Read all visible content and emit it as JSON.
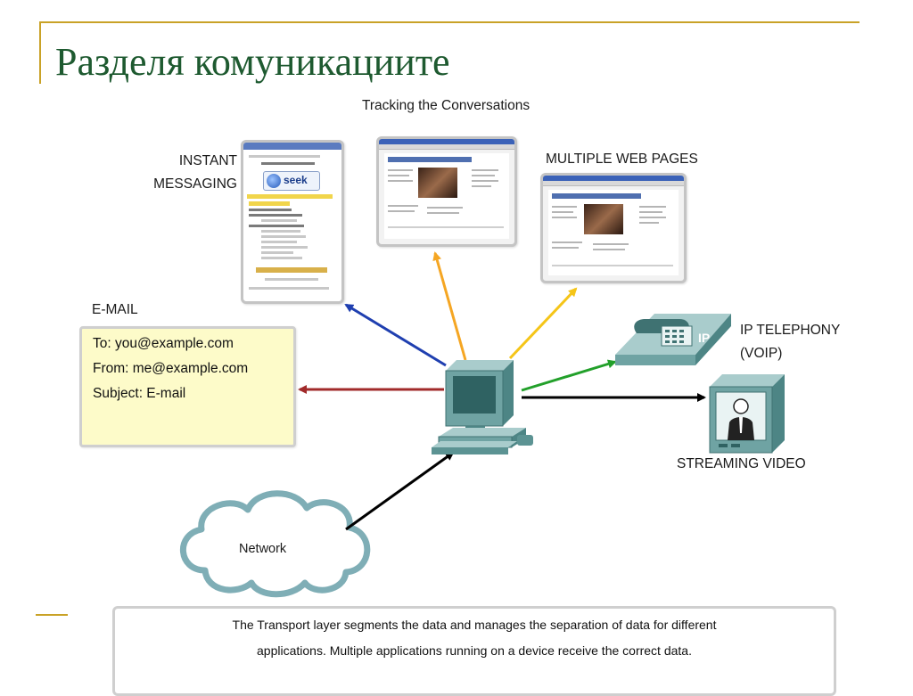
{
  "slide": {
    "title": "Разделя комуникациите",
    "subtitle": "Tracking the Conversations"
  },
  "apps": {
    "instant_messaging": {
      "line1": "INSTANT",
      "line2": "MESSAGING",
      "logo_text": "seek"
    },
    "web_pages": "MULTIPLE WEB PAGES",
    "email": {
      "label": "E-MAIL",
      "to": "To: you@example.com",
      "from": "From: me@example.com",
      "subject": "Subject: E-mail"
    },
    "ip_telephony": {
      "line1": "IP TELEPHONY",
      "line2": "(VOIP)",
      "phone_badge": "IP"
    },
    "streaming_video": "STREAMING VIDEO"
  },
  "network": {
    "label": "Network"
  },
  "caption": {
    "line1": "The Transport layer segments the data and manages the separation of data for different",
    "line2": "applications.  Multiple applications running on a device receive the correct data."
  },
  "colors": {
    "title": "#1e5a30",
    "accent_rule": "#c9a227",
    "arrow_im": "#1f3fb0",
    "arrow_web": "#f5a623",
    "arrow_web2": "#f5c518",
    "arrow_email": "#a12a2a",
    "arrow_voip": "#22a02a",
    "arrow_video": "#000000",
    "arrow_network": "#000000",
    "email_bg": "#fdfbc9",
    "device": "#6fa3a3"
  }
}
